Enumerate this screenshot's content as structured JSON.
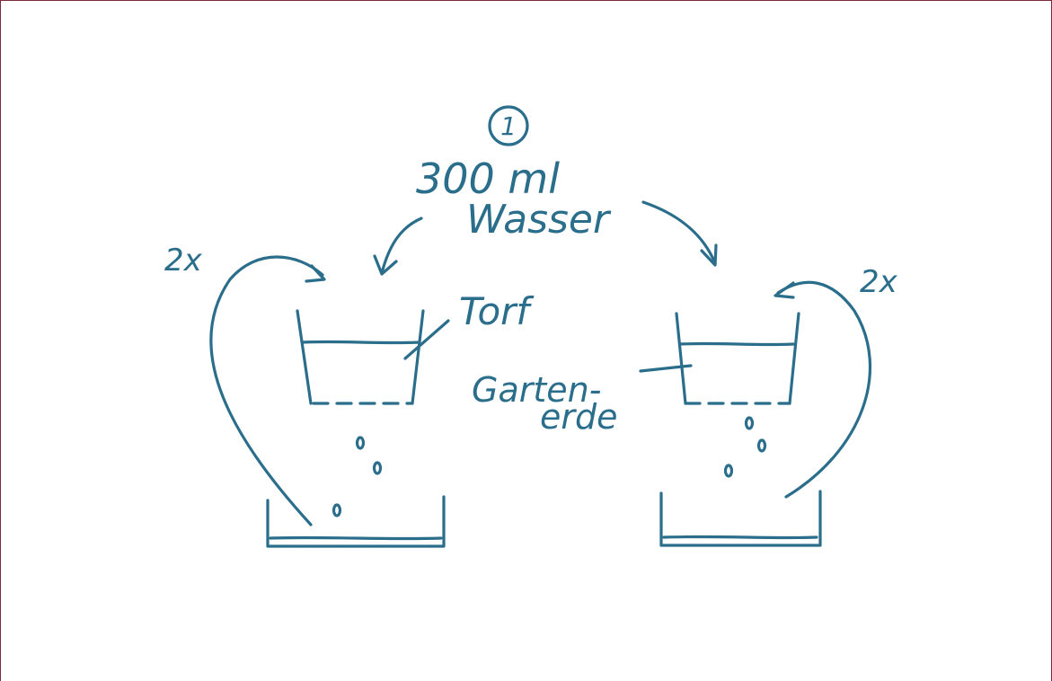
{
  "colors": {
    "ink": "#2a6e8c",
    "frame": "#7a2a3a",
    "background": "#ffffff"
  },
  "step": {
    "number": "1"
  },
  "water": {
    "amount": "300 ml",
    "substance": "Wasser"
  },
  "labels": {
    "left_repeat": "2x",
    "right_repeat": "2x",
    "left_material": "Torf",
    "right_material_line1": "Garten-",
    "right_material_line2": "erde"
  }
}
